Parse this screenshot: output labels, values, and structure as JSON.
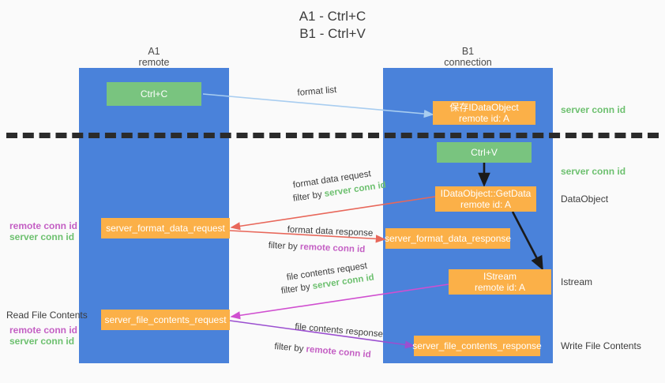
{
  "title": {
    "line1": "A1 - Ctrl+C",
    "line2": "B1 - Ctrl+V"
  },
  "lanes": [
    {
      "id": "a1",
      "name": "A1",
      "sub": "remote",
      "color": "#4a82da"
    },
    {
      "id": "b1",
      "name": "B1",
      "sub": "connection",
      "color": "#4a82da"
    }
  ],
  "boxes": {
    "ctrl_c": {
      "l1": "Ctrl+C",
      "l2": "",
      "color": "#79c47f"
    },
    "ctrl_v": {
      "l1": "Ctrl+V",
      "l2": "",
      "color": "#79c47f"
    },
    "save_idataobject": {
      "l1": "保存IDataObject",
      "l2": "remote id: A",
      "color": "#fbb048"
    },
    "getdata": {
      "l1": "IDataObject::GetData",
      "l2": "remote id: A",
      "color": "#fbb048"
    },
    "istream": {
      "l1": "IStream",
      "l2": "remote id: A",
      "color": "#fbb048"
    },
    "format_data_request": {
      "l1": "server_format_data_request",
      "l2": "",
      "color": "#fbb048"
    },
    "format_data_response": {
      "l1": "server_format_data_response",
      "l2": "",
      "color": "#fbb048"
    },
    "file_contents_request": {
      "l1": "server_file_contents_request",
      "l2": "",
      "color": "#fbb048"
    },
    "file_contents_response": {
      "l1": "server_file_contents_response",
      "l2": "",
      "color": "#fbb048"
    }
  },
  "arrow_labels": {
    "format_list": "format list",
    "format_data_request": "format data request",
    "format_data_request_filter_pre": "filter by ",
    "format_data_request_filter_key": "server conn id",
    "format_data_response": "format data response",
    "format_data_response_filter_pre": "filter by ",
    "format_data_response_filter_key": "remote conn id",
    "file_contents_request": "file contents request",
    "file_contents_request_filter_pre": "filter by ",
    "file_contents_request_filter_key": "server conn id",
    "file_contents_response": "file contents response",
    "file_contents_response_filter_pre": "filter by ",
    "file_contents_response_filter_key": "remote conn id"
  },
  "side_labels": {
    "right_server_conn_id_1": "server conn id",
    "right_server_conn_id_2": "server conn id",
    "right_dataobject": "DataObject",
    "right_istream": "Istream",
    "right_write_file_contents": "Write File Contents",
    "left_remote_conn_id_1": "remote conn id",
    "left_server_conn_id_1": "server conn id",
    "left_read_file_contents": "Read File Contents",
    "left_remote_conn_id_2": "remote conn id",
    "left_server_conn_id_2": "server conn id"
  },
  "colors": {
    "lane_blue": "#4a82da",
    "green_box": "#79c47f",
    "orange_box": "#fbb048",
    "green_text": "#6dc06f",
    "purple_text": "#c45fc4",
    "arrow_lightblue": "#a8cdf0",
    "arrow_red": "#e8675a",
    "arrow_magenta": "#d04fd0",
    "arrow_purple": "#9b4fd0",
    "arrow_black": "#1a1a1a",
    "background": "#fafafa"
  }
}
